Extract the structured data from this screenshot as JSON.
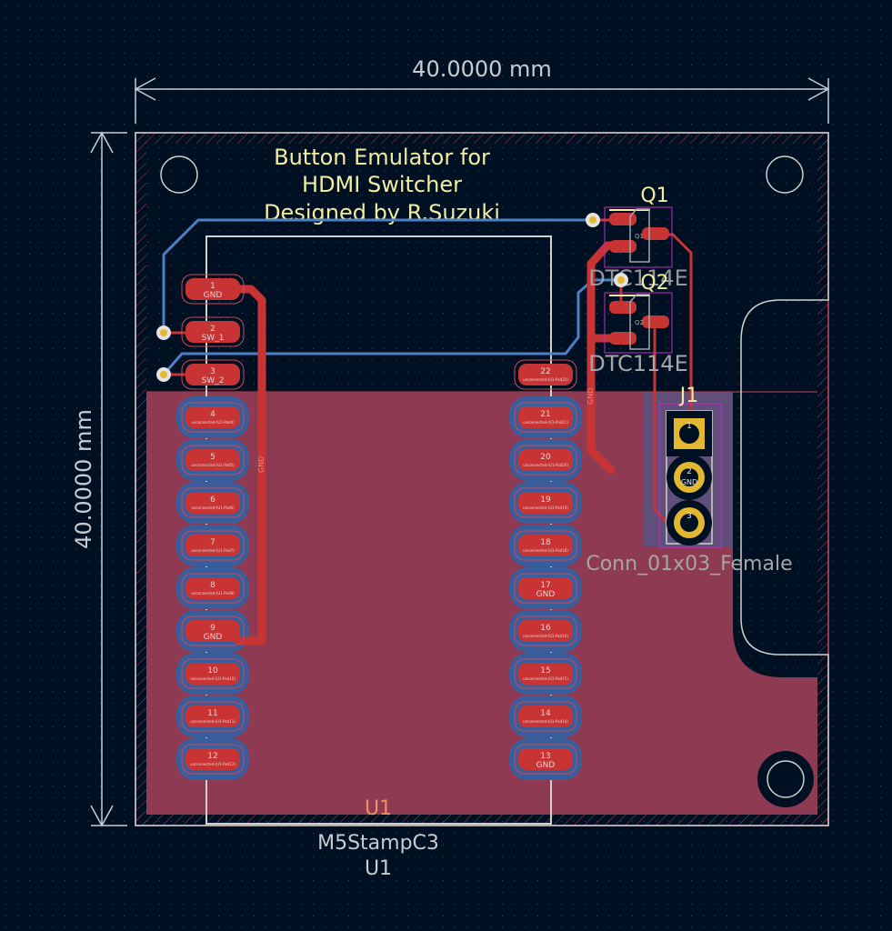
{
  "board": {
    "title_lines": [
      "Button Emulator for",
      "HDMI Switcher",
      "Designed by R.Suzuki"
    ],
    "width_dimension": "40.0000 mm",
    "height_dimension": "40.0000 mm"
  },
  "colors": {
    "background": "#001023",
    "grid_dot": "#3a4a60",
    "edge_cuts": "#d0d2cd",
    "board_outline_hatch": "#c84a5a",
    "front_copper": "#c83434",
    "back_copper": "#4d7fc4",
    "copper_zone": "#8e3a52",
    "silkscreen": "#f2eda1",
    "fab_text": "#a6a6a6",
    "courtyard": "#c02ec0",
    "via_ring": "#e3e3e3",
    "via_hole": "#e3b72f",
    "ref_orange": "#f09060"
  },
  "footprints": {
    "u1": {
      "reference": "U1",
      "value": "M5StampC3",
      "fab_reference": "U1",
      "left_pads": [
        {
          "number": "1",
          "net": "GND"
        },
        {
          "number": "2",
          "net": "SW_1"
        },
        {
          "number": "3",
          "net": "SW_2"
        },
        {
          "number": "4",
          "net": "unconnected-(U1-Pad4)"
        },
        {
          "number": "5",
          "net": "unconnected-(U1-Pad5)"
        },
        {
          "number": "6",
          "net": "unconnected-(U1-Pad6)"
        },
        {
          "number": "7",
          "net": "unconnected-(U1-Pad7)"
        },
        {
          "number": "8",
          "net": "unconnected-(U1-Pad8)"
        },
        {
          "number": "9",
          "net": "GND"
        },
        {
          "number": "10",
          "net": "unconnected-(U1-Pad10)"
        },
        {
          "number": "11",
          "net": "unconnected-(U1-Pad11)"
        },
        {
          "number": "12",
          "net": "unconnected-(U1-Pad12)"
        }
      ],
      "right_pads": [
        {
          "number": "22",
          "net": "unconnected-(U1-Pad22)"
        },
        {
          "number": "21",
          "net": "unconnected-(U1-Pad21)"
        },
        {
          "number": "20",
          "net": "unconnected-(U1-Pad20)"
        },
        {
          "number": "19",
          "net": "unconnected-(U1-Pad19)"
        },
        {
          "number": "18",
          "net": "unconnected-(U1-Pad18)"
        },
        {
          "number": "17",
          "net": "GND"
        },
        {
          "number": "16",
          "net": "unconnected-(U1-Pad16)"
        },
        {
          "number": "15",
          "net": "unconnected-(U1-Pad15)"
        },
        {
          "number": "14",
          "net": "unconnected-(U1-Pad14)"
        },
        {
          "number": "13",
          "net": "GND"
        }
      ]
    },
    "q1": {
      "reference": "Q1",
      "value": "DTC114E",
      "fab_reference": "Q1"
    },
    "q2": {
      "reference": "Q2",
      "value": "DTC114E",
      "fab_reference": "Q2"
    },
    "j1": {
      "reference": "J1",
      "value": "Conn_01x03_Female",
      "pads": [
        {
          "number": "1",
          "net": ""
        },
        {
          "number": "2",
          "net": "GND"
        },
        {
          "number": "3",
          "net": ""
        }
      ]
    }
  },
  "track_labels": {
    "gnd_left": "GND",
    "gnd_right": "GND"
  }
}
